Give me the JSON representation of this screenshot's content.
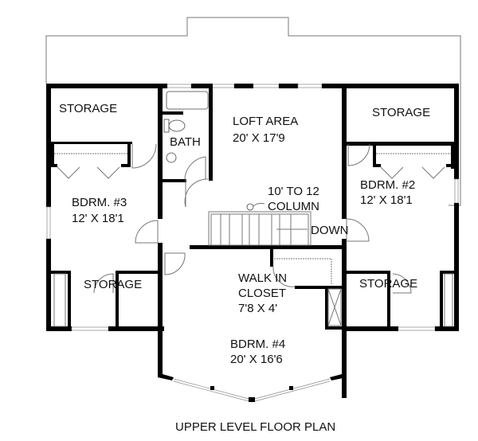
{
  "plan": {
    "caption": "UPPER LEVEL FLOOR PLAN",
    "rooms": {
      "storage_nw": {
        "name": "STORAGE"
      },
      "bath": {
        "name": "BATH"
      },
      "loft": {
        "name": "LOFT AREA",
        "size": "20' X 17'9"
      },
      "storage_ne": {
        "name": "STORAGE"
      },
      "bdrm3": {
        "name": "BDRM. #3",
        "size": "12' X 18'1"
      },
      "bdrm2": {
        "name": "BDRM. #2",
        "size": "12' X 18'1"
      },
      "storage_sw": {
        "name": "STORAGE"
      },
      "storage_se": {
        "name": "STORAGE"
      },
      "closet": {
        "name1": "WALK IN",
        "name2": "CLOSET",
        "size": "7'8 X 4'"
      },
      "bdrm4": {
        "name": "BDRM. #4",
        "size": "20' X 16'6"
      }
    },
    "notes": {
      "ceiling": "10' TO 12",
      "column": "COLUMN",
      "stair": "DOWN"
    },
    "colors": {
      "wall": "#000000",
      "line": "#777777",
      "background": "#ffffff"
    }
  }
}
